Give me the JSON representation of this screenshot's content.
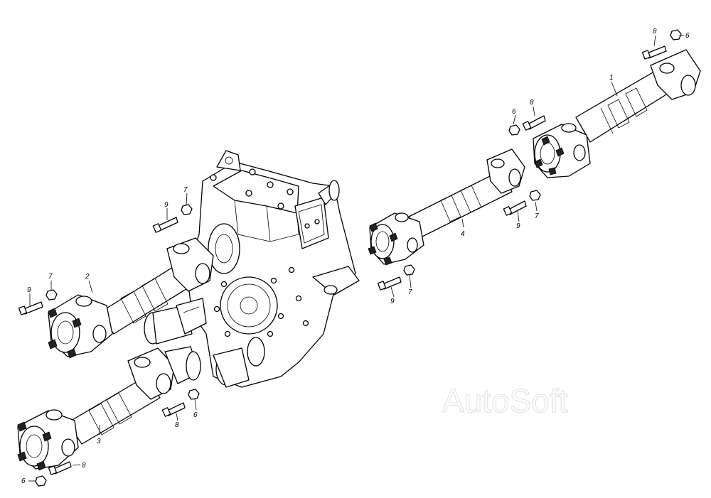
{
  "watermark": "AutoSoft",
  "callouts": [
    {
      "id": "c1",
      "label": "1"
    },
    {
      "id": "c2",
      "label": "2"
    },
    {
      "id": "c3",
      "label": "3"
    },
    {
      "id": "c4",
      "label": "4"
    },
    {
      "id": "c6a",
      "label": "6"
    },
    {
      "id": "c6b",
      "label": "6"
    },
    {
      "id": "c6c",
      "label": "6"
    },
    {
      "id": "c6d",
      "label": "6"
    },
    {
      "id": "c7a",
      "label": "7"
    },
    {
      "id": "c7b",
      "label": "7"
    },
    {
      "id": "c7c",
      "label": "7"
    },
    {
      "id": "c7d",
      "label": "7"
    },
    {
      "id": "c8a",
      "label": "8"
    },
    {
      "id": "c8b",
      "label": "8"
    },
    {
      "id": "c8c",
      "label": "8"
    },
    {
      "id": "c8d",
      "label": "8"
    },
    {
      "id": "c9a",
      "label": "9"
    },
    {
      "id": "c9b",
      "label": "9"
    },
    {
      "id": "c9c",
      "label": "9"
    },
    {
      "id": "c9d",
      "label": "9"
    }
  ]
}
